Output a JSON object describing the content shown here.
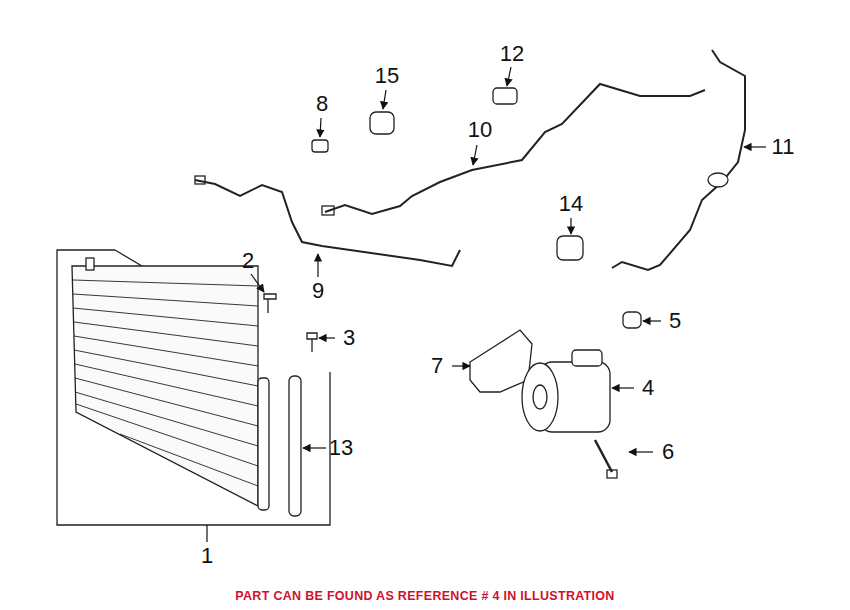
{
  "diagram": {
    "caption": "PART CAN BE FOUND AS REFERENCE # 4 IN ILLUSTRATION",
    "labels": [
      "12",
      "15",
      "8",
      "10",
      "11",
      "14",
      "2",
      "9",
      "5",
      "3",
      "7",
      "4",
      "13",
      "6",
      "1"
    ]
  }
}
